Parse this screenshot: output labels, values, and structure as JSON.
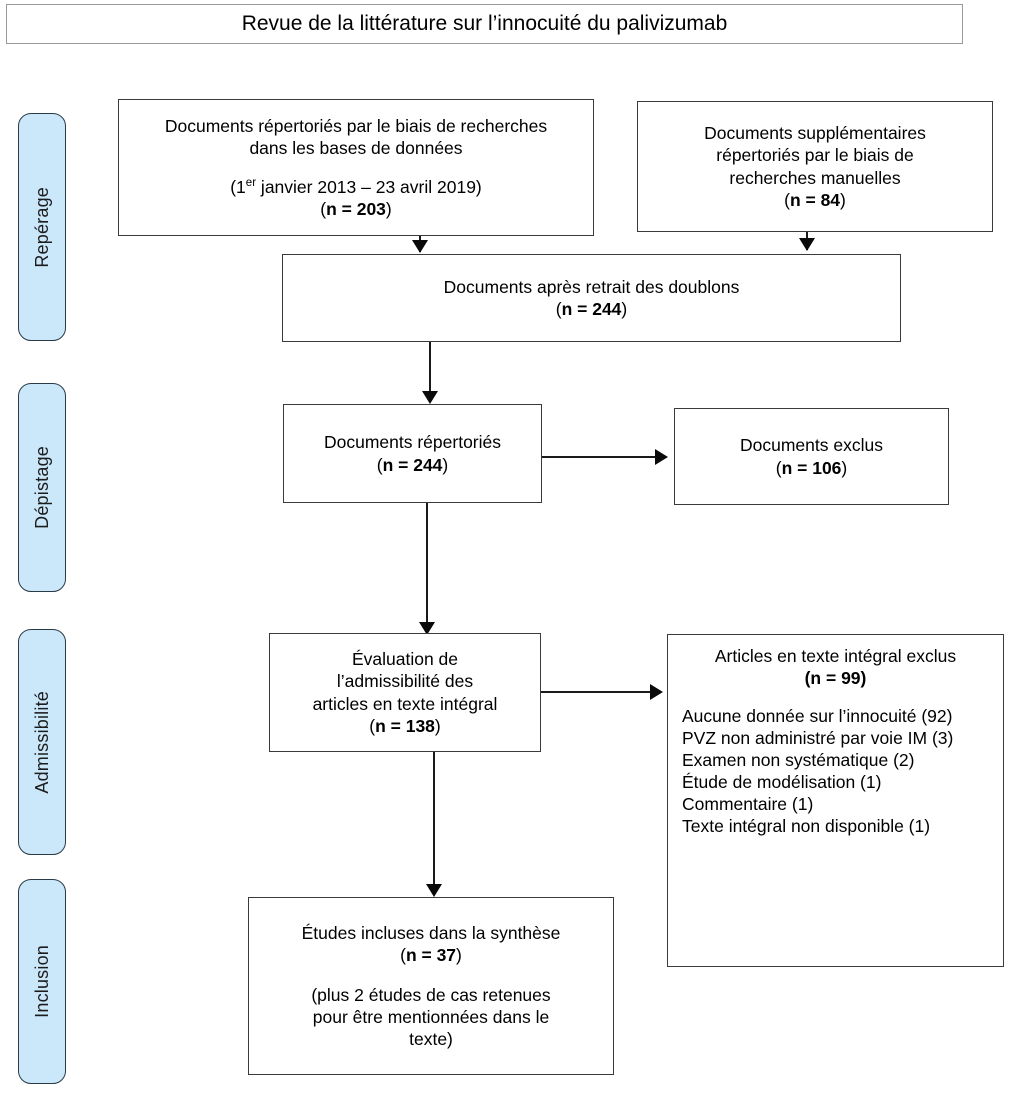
{
  "title": {
    "text": "Revue de la littérature sur l’innocuité du palivizumab"
  },
  "stages": [
    {
      "id": "identification",
      "label": "Repérage"
    },
    {
      "id": "screening",
      "label": "Dépistage"
    },
    {
      "id": "eligibility",
      "label": "Admissibilité"
    },
    {
      "id": "inclusion",
      "label": "Inclusion"
    }
  ],
  "boxes": {
    "database_records": {
      "line1": "Documents répertoriés par le biais de recherches",
      "line2": "dans les bases de données",
      "date_prefix": "(1",
      "date_ordinal": "er",
      "date_suffix": " janvier 2013 – 23 avril 2019)",
      "count_open": "(",
      "count_value": "n = 203",
      "count_close": ")"
    },
    "additional_records": {
      "line1": "Documents supplémentaires",
      "line2": "répertoriés par le biais de",
      "line3": "recherches manuelles",
      "count_open": "(",
      "count_value": "n = 84",
      "count_close": ")"
    },
    "after_duplicates": {
      "line1": "Documents après retrait des doublons",
      "count_open": "(",
      "count_value": "n = 244",
      "count_close": ")"
    },
    "screened": {
      "line1": "Documents répertoriés",
      "count_open": "(",
      "count_value": "n = 244",
      "count_close": ")"
    },
    "excluded": {
      "line1": "Documents exclus",
      "count_open": "(",
      "count_value": "n = 106",
      "count_close": ")"
    },
    "fulltext_assessed": {
      "line1": "Évaluation de",
      "line2": "l’admissibilité des",
      "line3": "articles en texte intégral",
      "count_open": "(",
      "count_value": "n = 138",
      "count_close": ")"
    },
    "fulltext_excluded": {
      "line1": "Articles en texte intégral exclus",
      "count_value": "(n = 99)",
      "reasons": [
        "Aucune donnée sur l’innocuité (92)",
        "PVZ non administré par voie IM (3)",
        "Examen non systématique (2)",
        "Étude de modélisation (1)",
        "Commentaire (1)",
        "Texte intégral non disponible (1)"
      ]
    },
    "included": {
      "line1": "Études incluses dans la synthèse",
      "count_open": "(",
      "count_value": "n = 37",
      "count_close": ")",
      "note1": "(plus 2 études de cas retenues",
      "note2": "pour être mentionnées dans le",
      "note3": "texte)"
    }
  },
  "chart_data": {
    "type": "diagram",
    "title": "Revue de la littérature sur l’innocuité du palivizumab",
    "diagram_kind": "PRISMA flow diagram",
    "stages": [
      "Repérage",
      "Dépistage",
      "Admissibilité",
      "Inclusion"
    ],
    "nodes": [
      {
        "id": "database_records",
        "stage": "Repérage",
        "label": "Documents répertoriés par le biais de recherches dans les bases de données (1er janvier 2013 – 23 avril 2019)",
        "n": 203
      },
      {
        "id": "additional_records",
        "stage": "Repérage",
        "label": "Documents supplémentaires répertoriés par le biais de recherches manuelles",
        "n": 84
      },
      {
        "id": "after_duplicates",
        "stage": "Repérage",
        "label": "Documents après retrait des doublons",
        "n": 244
      },
      {
        "id": "screened",
        "stage": "Dépistage",
        "label": "Documents répertoriés",
        "n": 244
      },
      {
        "id": "excluded",
        "stage": "Dépistage",
        "label": "Documents exclus",
        "n": 106
      },
      {
        "id": "fulltext_assessed",
        "stage": "Admissibilité",
        "label": "Évaluation de l’admissibilité des articles en texte intégral",
        "n": 138
      },
      {
        "id": "fulltext_excluded",
        "stage": "Admissibilité",
        "label": "Articles en texte intégral exclus",
        "n": 99
      },
      {
        "id": "included",
        "stage": "Inclusion",
        "label": "Études incluses dans la synthèse",
        "n": 37,
        "note": "plus 2 études de cas retenues pour être mentionnées dans le texte"
      }
    ],
    "exclusion_reasons": [
      {
        "reason": "Aucune donnée sur l’innocuité",
        "count": 92
      },
      {
        "reason": "PVZ non administré par voie IM",
        "count": 3
      },
      {
        "reason": "Examen non systématique",
        "count": 2
      },
      {
        "reason": "Étude de modélisation",
        "count": 1
      },
      {
        "reason": "Commentaire",
        "count": 1
      },
      {
        "reason": "Texte intégral non disponible",
        "count": 1
      }
    ],
    "edges": [
      {
        "from": "database_records",
        "to": "after_duplicates"
      },
      {
        "from": "additional_records",
        "to": "after_duplicates"
      },
      {
        "from": "after_duplicates",
        "to": "screened"
      },
      {
        "from": "screened",
        "to": "excluded"
      },
      {
        "from": "screened",
        "to": "fulltext_assessed"
      },
      {
        "from": "fulltext_assessed",
        "to": "fulltext_excluded"
      },
      {
        "from": "fulltext_assessed",
        "to": "included"
      }
    ],
    "colors": {
      "stage_tab": "#cbe8fb",
      "stage_border": "#2b3a47",
      "box_border": "#3a3a3a",
      "line": "#1a1a1a"
    }
  }
}
